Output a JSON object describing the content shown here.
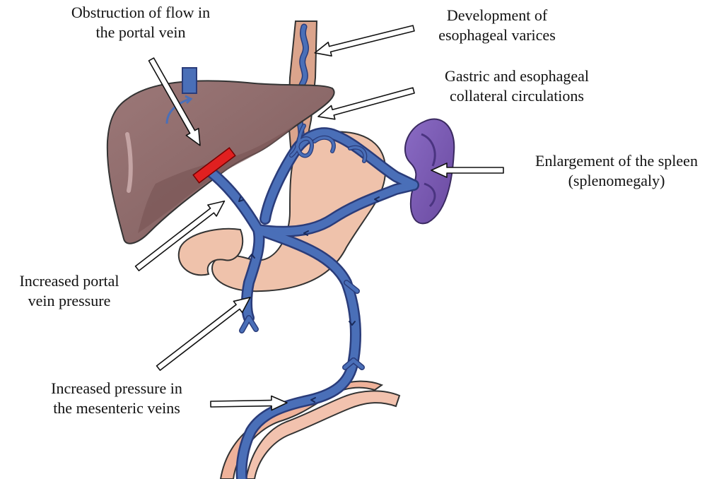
{
  "labels": {
    "obstruction": {
      "line1": "Obstruction of flow in",
      "line2": "the portal vein"
    },
    "varices": {
      "line1": "Development of",
      "line2": "esophageal varices"
    },
    "collateral": {
      "line1": "Gastric and esophageal",
      "line2": "collateral circulations"
    },
    "spleen": {
      "line1": "Enlargement of the spleen",
      "line2": "(splenomegaly)"
    },
    "portal_pressure": {
      "line1": "Increased portal",
      "line2": "vein pressure"
    },
    "mesenteric": {
      "line1": "Increased pressure in",
      "line2": "the mesenteric veins"
    }
  },
  "colors": {
    "liver": "#8e6a6a",
    "liver_shade": "#7a5757",
    "stomach": "#efc2ab",
    "esophagus": "#dba48c",
    "spleen": "#7a5ab0",
    "vein": "#4a6fb8",
    "vein_outline": "#2a3c7a",
    "obstruction": "#e02020",
    "arrow_fill": "#ffffff",
    "arrow_outline": "#111111"
  }
}
